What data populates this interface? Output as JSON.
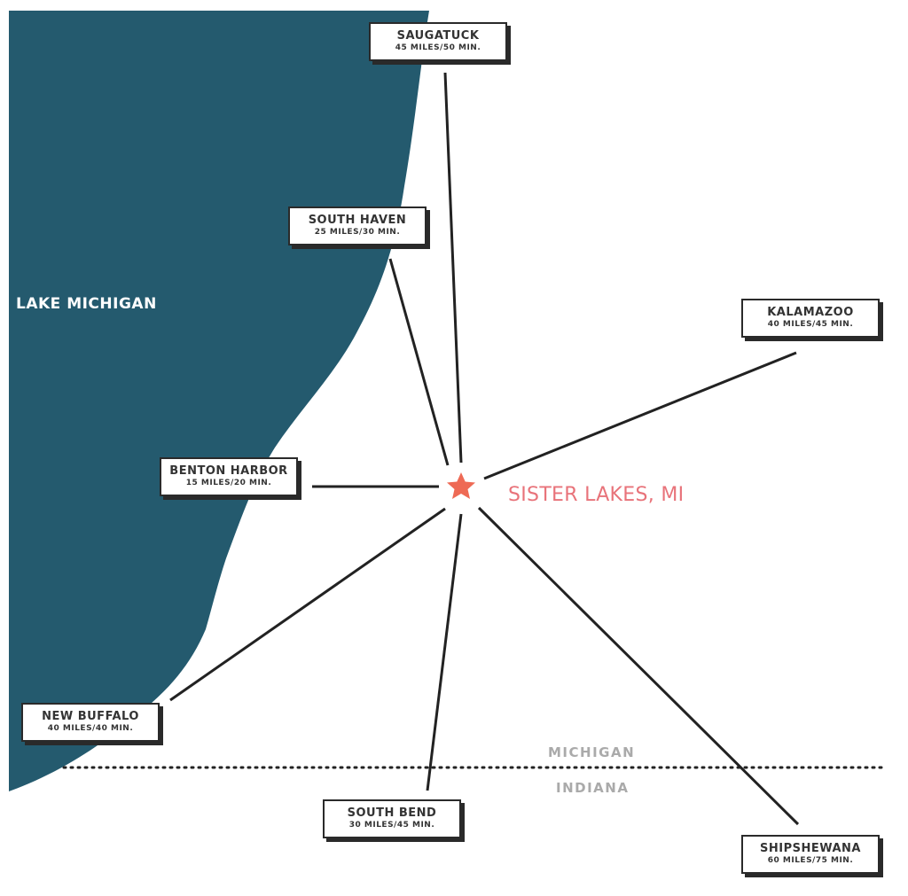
{
  "water_label": "LAKE MICHIGAN",
  "center": {
    "name": "SISTER LAKES, MI",
    "icon": "star-icon",
    "color": "#ee6a55"
  },
  "states": {
    "north": "MICHIGAN",
    "south": "INDIANA"
  },
  "destinations": [
    {
      "name": "SAUGATUCK",
      "distance": "45 MILES/50 MIN."
    },
    {
      "name": "SOUTH HAVEN",
      "distance": "25 MILES/30 MIN."
    },
    {
      "name": "KALAMAZOO",
      "distance": "40 MILES/45 MIN."
    },
    {
      "name": "BENTON HARBOR",
      "distance": "15 MILES/20 MIN."
    },
    {
      "name": "NEW BUFFALO",
      "distance": "40 MILES/40 MIN."
    },
    {
      "name": "SOUTH BEND",
      "distance": "30 MILES/45 MIN."
    },
    {
      "name": "SHIPSHEWANA",
      "distance": "60 MILES/75 MIN."
    }
  ],
  "colors": {
    "lake": "#245a6e",
    "lines": "#222222",
    "city_text": "#e8737a"
  }
}
